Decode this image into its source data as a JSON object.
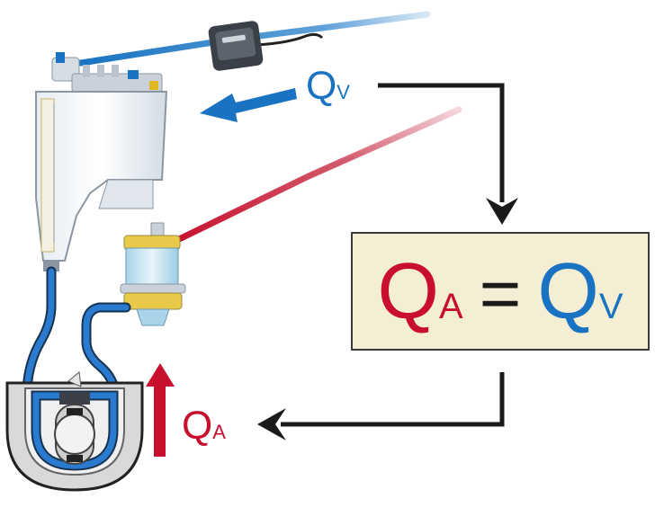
{
  "equation": {
    "left_symbol": "Q",
    "left_subscript": "A",
    "operator": "=",
    "right_symbol": "Q",
    "right_subscript": "V"
  },
  "labels": {
    "venous_flow": {
      "symbol": "Q",
      "subscript": "V"
    },
    "arterial_flow": {
      "symbol": "Q",
      "subscript": "A"
    }
  },
  "colors": {
    "arterial": "#c8102e",
    "venous": "#1a73c2",
    "arrow": "#1a1a1a",
    "equation_box": "#f4efd4"
  }
}
